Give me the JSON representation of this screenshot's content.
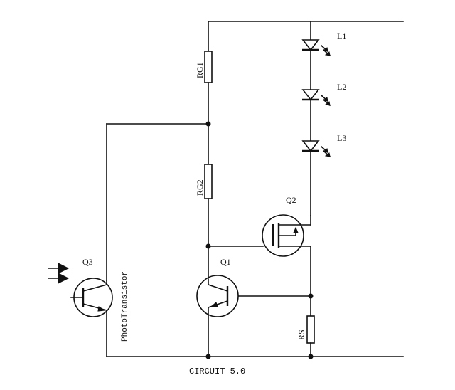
{
  "title": "CIRCUIT 5.0",
  "components": {
    "rg1": "RG1",
    "rg2": "RG2",
    "rs": "RS",
    "q1": "Q1",
    "q2": "Q2",
    "q3": "Q3",
    "l1": "L1",
    "l2": "L2",
    "l3": "L3",
    "phototransistor": "PhotoTransistor"
  }
}
